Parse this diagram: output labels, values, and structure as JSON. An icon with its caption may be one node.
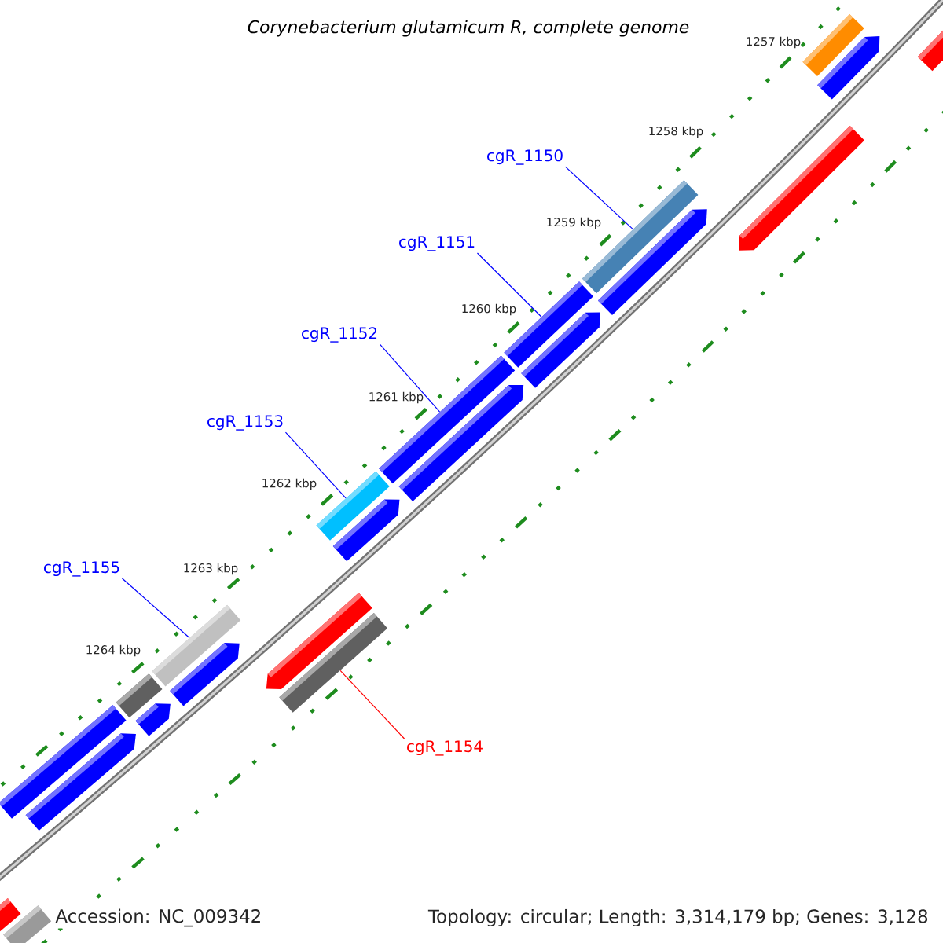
{
  "diagram": {
    "title": "Corynebacterium glutamicum R, complete genome",
    "nodes": [
      {
        "text": [],
        "shape": "bar"
      },
      {
        "text": [],
        "shape": "arrow"
      },
      {
        "text": [],
        "shape": "bar"
      },
      {
        "text": [],
        "shape": "arrow"
      },
      {
        "text": [
          "cgR_1150"
        ]
      },
      {
        "text": [],
        "shape": "bar"
      },
      {
        "text": [],
        "shape": "arrow"
      },
      {
        "text": [
          "cgR_1151"
        ]
      },
      {
        "text": [],
        "shape": "bar"
      },
      {
        "text": [],
        "shape": "arrow"
      },
      {
        "text": [
          "cgR_1152"
        ]
      },
      {
        "text": [],
        "shape": "bar"
      },
      {
        "text": [],
        "shape": "arrow"
      },
      {
        "text": [
          "cgR_1153"
        ]
      },
      {
        "text": [],
        "shape": "bar"
      },
      {
        "text": [],
        "shape": "arrow"
      },
      {
        "text": [
          "cgR_1155"
        ]
      },
      {
        "text": [],
        "shape": "bar"
      },
      {
        "text": [],
        "shape": "arrow"
      },
      {
        "text": [],
        "shape": "bar"
      },
      {
        "text": [],
        "shape": "arrow"
      },
      {
        "text": [],
        "shape": "bar"
      },
      {
        "text": [
          "cgR_1154"
        ]
      },
      {
        "text": [],
        "shape": "arrow"
      },
      {
        "text": [],
        "shape": "bar"
      },
      {
        "text": [],
        "shape": "arrow"
      },
      {
        "text": [],
        "shape": "bar"
      },
      {
        "text": [],
        "shape": "bar"
      }
    ],
    "edges": [
      {
        "from": 4,
        "to": 5,
        "arrow": "none"
      },
      {
        "from": 7,
        "to": 8,
        "arrow": "none"
      },
      {
        "from": 10,
        "to": 11,
        "arrow": "none"
      },
      {
        "from": 13,
        "to": 14,
        "arrow": "none"
      },
      {
        "from": 16,
        "to": 17,
        "arrow": "none"
      },
      {
        "from": 22,
        "to": 19,
        "arrow": "none",
        "color": "#ff0000"
      }
    ],
    "labels": [
      "1257 kbp",
      "1258 kbp",
      "1259 kbp",
      "1260 kbp",
      "1261 kbp",
      "1262 kbp",
      "1263 kbp",
      "1264 kbp",
      "Accession: NC_009342",
      "Topology: circular; Length: 3,314,179 bp; Genes: 3,128"
    ]
  }
}
